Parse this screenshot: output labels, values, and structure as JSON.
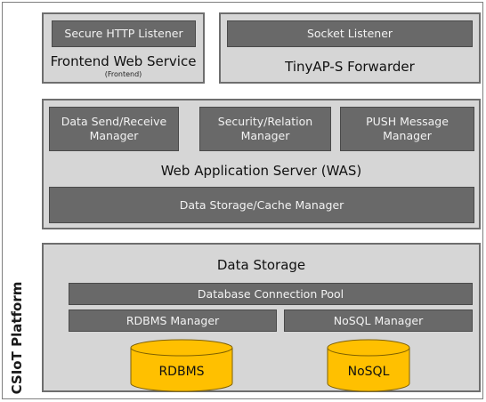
{
  "platform": {
    "label": "CSIoT Platform"
  },
  "frontend": {
    "listener": "Secure HTTP Listener",
    "title": "Frontend Web Service",
    "subtitle": "(Frontend)"
  },
  "forwarder": {
    "listener": "Socket Listener",
    "title": "TinyAP-S Forwarder"
  },
  "was": {
    "modules": [
      {
        "line1": "Data Send/Receive",
        "line2": "Manager"
      },
      {
        "line1": "Security/Relation",
        "line2": "Manager"
      },
      {
        "line1": "PUSH Message",
        "line2": "Manager"
      }
    ],
    "title": "Web Application Server (WAS)",
    "storage_manager": "Data Storage/Cache Manager"
  },
  "data_storage": {
    "title": "Data Storage",
    "pool": "Database Connection Pool",
    "rdbms_manager": "RDBMS Manager",
    "nosql_manager": "NoSQL Manager",
    "rdbms_db": "RDBMS",
    "nosql_db": "NoSQL"
  },
  "colors": {
    "panel": "#d6d6d6",
    "box": "#696969",
    "database": "#ffc000"
  }
}
